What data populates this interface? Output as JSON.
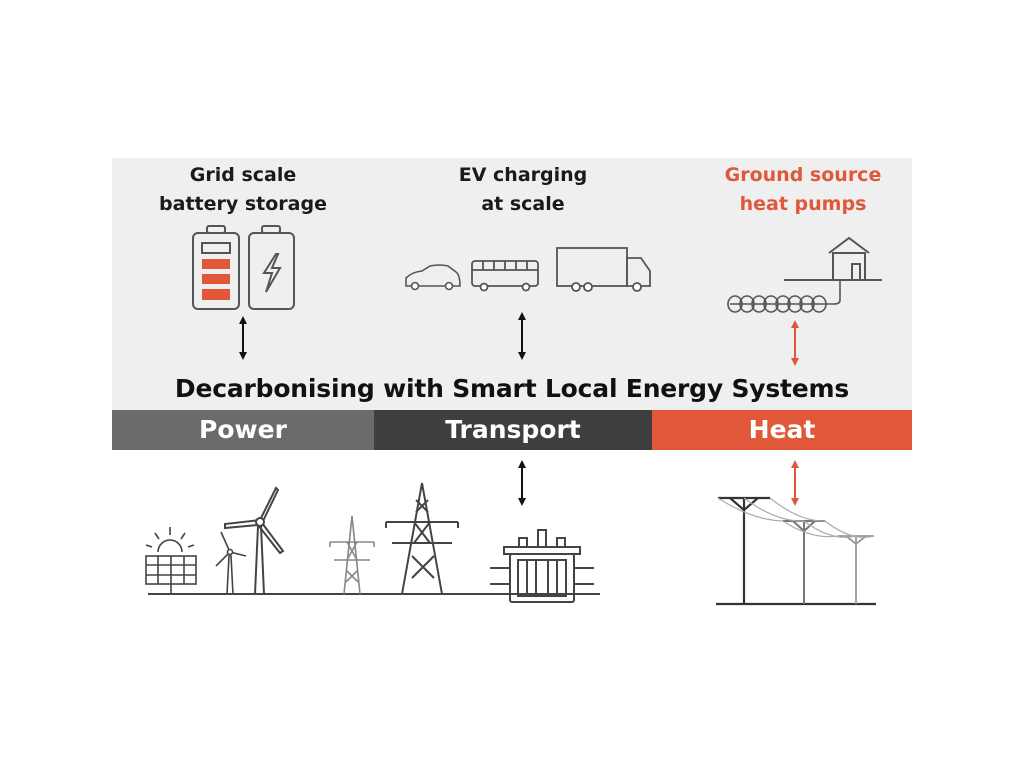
{
  "top_labels": {
    "battery": [
      "Grid scale",
      "battery storage"
    ],
    "ev": [
      "EV charging",
      "at scale"
    ],
    "heat_pumps": [
      "Ground source",
      "heat pumps"
    ]
  },
  "title": "Decarbonising with Smart Local Energy Systems",
  "bands": {
    "power": "Power",
    "transport": "Transport",
    "heat": "Heat"
  },
  "colors": {
    "panel_bg": "#efefef",
    "power": "#6b6b6b",
    "transport": "#3f3f3f",
    "heat": "#e0573a",
    "arrow_dark": "#111111",
    "arrow_heat": "#e0573a"
  },
  "icons": [
    "battery-icon",
    "charged-battery-icon",
    "car-icon",
    "bus-icon",
    "truck-icon",
    "house-icon",
    "ground-loop-icon",
    "solar-panel-icon",
    "wind-turbine-icon",
    "pylon-icon",
    "transformer-icon",
    "utility-pole-icon"
  ]
}
